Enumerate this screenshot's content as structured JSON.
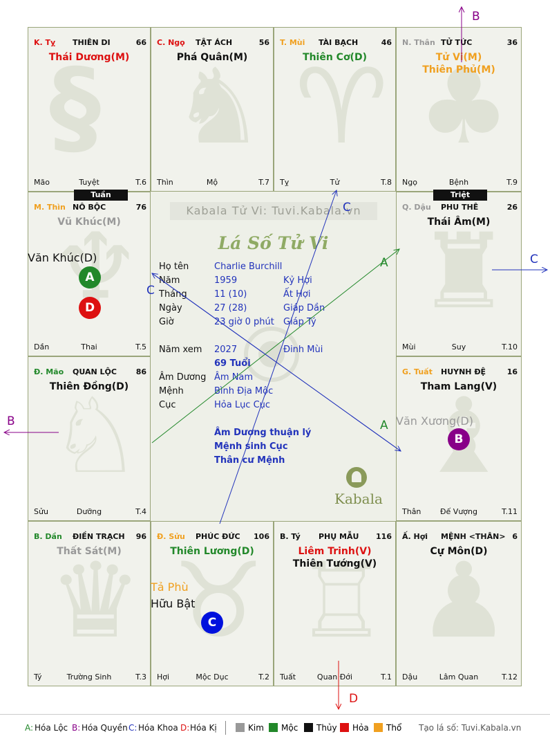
{
  "colors": {
    "red": "#dd1111",
    "green": "#22882a",
    "orange": "#f0a020",
    "gray": "#999999",
    "black": "#111111",
    "blue": "#2233bb",
    "purple": "#880088",
    "watermark": "#c9ccc0"
  },
  "cells": [
    {
      "chi": "K. Tỵ",
      "chi_color": "#dd1111",
      "palace": "THIÊN DI",
      "num": "66",
      "s1": "Thái Dương(M)",
      "s1c": "#dd1111",
      "s2": "",
      "s2c": "",
      "bl": "Mão",
      "bm": "Tuyệt",
      "br": "T.6",
      "ghost": "§"
    },
    {
      "chi": "C. Ngọ",
      "chi_color": "#dd1111",
      "palace": "TẬT ÁCH",
      "num": "56",
      "s1": "Phá Quân(M)",
      "s1c": "#111111",
      "s2": "",
      "s2c": "",
      "bl": "Thìn",
      "bm": "Mộ",
      "br": "T.7",
      "ghost": "♞"
    },
    {
      "chi": "T. Mùi",
      "chi_color": "#f0a020",
      "palace": "TÀI BẠCH",
      "num": "46",
      "s1": "Thiên Cơ(D)",
      "s1c": "#22882a",
      "s2": "",
      "s2c": "",
      "bl": "Tỵ",
      "bm": "Tử",
      "br": "T.8",
      "ghost": "♈"
    },
    {
      "chi": "N. Thân",
      "chi_color": "#999999",
      "palace": "TỬ TỨC",
      "num": "36",
      "s1": "Tử Vi(M)",
      "s1c": "#f0a020",
      "s2": "Thiên Phủ(M)",
      "s2c": "#f0a020",
      "bl": "Ngọ",
      "bm": "Bệnh",
      "br": "T.9",
      "ghost": "♣"
    },
    {
      "chi": "M. Thìn",
      "chi_color": "#f0a020",
      "palace": "NÔ BỘC",
      "num": "76",
      "s1": "Vũ Khúc(M)",
      "s1c": "#999999",
      "s2": "",
      "s2c": "",
      "bl": "Dần",
      "bm": "Thai",
      "br": "T.5",
      "ghost": "♆"
    },
    {
      "chi": "Q. Dậu",
      "chi_color": "#999999",
      "palace": "PHU THÊ",
      "num": "26",
      "s1": "Thái Âm(M)",
      "s1c": "#111111",
      "s2": "",
      "s2c": "",
      "bl": "Mùi",
      "bm": "Suy",
      "br": "T.10",
      "ghost": "♜"
    },
    {
      "chi": "Đ. Mão",
      "chi_color": "#22882a",
      "palace": "QUAN LỘC",
      "num": "86",
      "s1": "Thiên Đồng(D)",
      "s1c": "#111111",
      "s2": "",
      "s2c": "",
      "bl": "Sửu",
      "bm": "Dưỡng",
      "br": "T.4",
      "ghost": "♘"
    },
    {
      "chi": "G. Tuất",
      "chi_color": "#f0a020",
      "palace": "HUYNH ĐỆ",
      "num": "16",
      "s1": "Tham Lang(V)",
      "s1c": "#111111",
      "s2": "",
      "s2c": "",
      "bl": "Thân",
      "bm": "Đế Vượng",
      "br": "T.11",
      "ghost": "♝"
    },
    {
      "chi": "B. Dần",
      "chi_color": "#22882a",
      "palace": "ĐIỀN TRẠCH",
      "num": "96",
      "s1": "Thất Sát(M)",
      "s1c": "#999999",
      "s2": "",
      "s2c": "",
      "bl": "Tý",
      "bm": "Trường Sinh",
      "br": "T.3",
      "ghost": "♛"
    },
    {
      "chi": "Đ. Sửu",
      "chi_color": "#f0a020",
      "palace": "PHÚC ĐỨC",
      "num": "106",
      "s1": "Thiên Lương(D)",
      "s1c": "#22882a",
      "s2": "",
      "s2c": "",
      "bl": "Hợi",
      "bm": "Mộc Dục",
      "br": "T.2",
      "ghost": "♉"
    },
    {
      "chi": "B. Tý",
      "chi_color": "#111111",
      "palace": "PHỤ MẪU",
      "num": "116",
      "s1": "Liêm Trinh(V)",
      "s1c": "#dd1111",
      "s2": "Thiên Tướng(V)",
      "s2c": "#111111",
      "bl": "Tuất",
      "bm": "Quan Đới",
      "br": "T.1",
      "ghost": "♖"
    },
    {
      "chi": "Ấ. Hợi",
      "chi_color": "#111111",
      "palace": "MỆNH <THÂN>",
      "num": "6",
      "s1": "Cự Môn(D)",
      "s1c": "#111111",
      "s2": "",
      "s2c": "",
      "bl": "Dậu",
      "bm": "Lâm Quan",
      "br": "T.12",
      "ghost": "♟"
    }
  ],
  "minors": {
    "van_khuc": "Văn Khúc(D)",
    "van_xuong": "Văn Xương(D)",
    "ta_phu": "Tả Phù",
    "huu_bat": "Hữu Bật"
  },
  "markers": {
    "tuan": "Tuần",
    "triet": "Triệt"
  },
  "circles": {
    "a": "A",
    "d": "D",
    "b": "B",
    "c": "C"
  },
  "arrows": {
    "top": "B",
    "right": "C",
    "left": "B",
    "bottom": "D",
    "c1": "C",
    "c2": "C",
    "a1": "A",
    "a2": "A"
  },
  "center": {
    "site": "Kabala Tử Vi: Tuvi.Kabala.vn",
    "title": "Lá Số Tử Vi",
    "brand": "Kabala",
    "rows": [
      {
        "label": "Họ tên",
        "v1": "Charlie Burchill",
        "v2": ""
      },
      {
        "label": "Năm",
        "v1": "1959",
        "v2": "Kỷ Hợi"
      },
      {
        "label": "Tháng",
        "v1": "11  (10)",
        "v2": "Ất Hợi"
      },
      {
        "label": "Ngày",
        "v1": "27  (28)",
        "v2": "Giáp Dần"
      },
      {
        "label": "Giờ",
        "v1": "23 giờ 0 phút",
        "v2": "Giáp Tý"
      }
    ],
    "namxem_label": "Năm xem",
    "namxem_v1": "2027",
    "namxem_v2": "Đinh Mùi",
    "tuoi": "69 Tuổi",
    "rows2": [
      {
        "label": "Âm Dương",
        "v1": "Âm Nam"
      },
      {
        "label": "Mệnh",
        "v1": "Bình Địa Mộc"
      },
      {
        "label": "Cục",
        "v1": "Hỏa Lục Cục"
      }
    ],
    "notes": [
      "Âm Dương thuận lý",
      "Mệnh sinh Cục",
      "Thân cư Mệnh"
    ]
  },
  "legend": {
    "a": "A:",
    "a_t": "Hóa Lộc",
    "b": "B:",
    "b_t": "Hóa Quyền",
    "c": "C:",
    "c_t": "Hóa Khoa",
    "d": "D:",
    "d_t": "Hóa Kị",
    "kim": "Kim",
    "moc": "Mộc",
    "thuy": "Thủy",
    "hoa": "Hỏa",
    "tho": "Thổ",
    "credit": "Tạo lá số: Tuvi.Kabala.vn"
  }
}
